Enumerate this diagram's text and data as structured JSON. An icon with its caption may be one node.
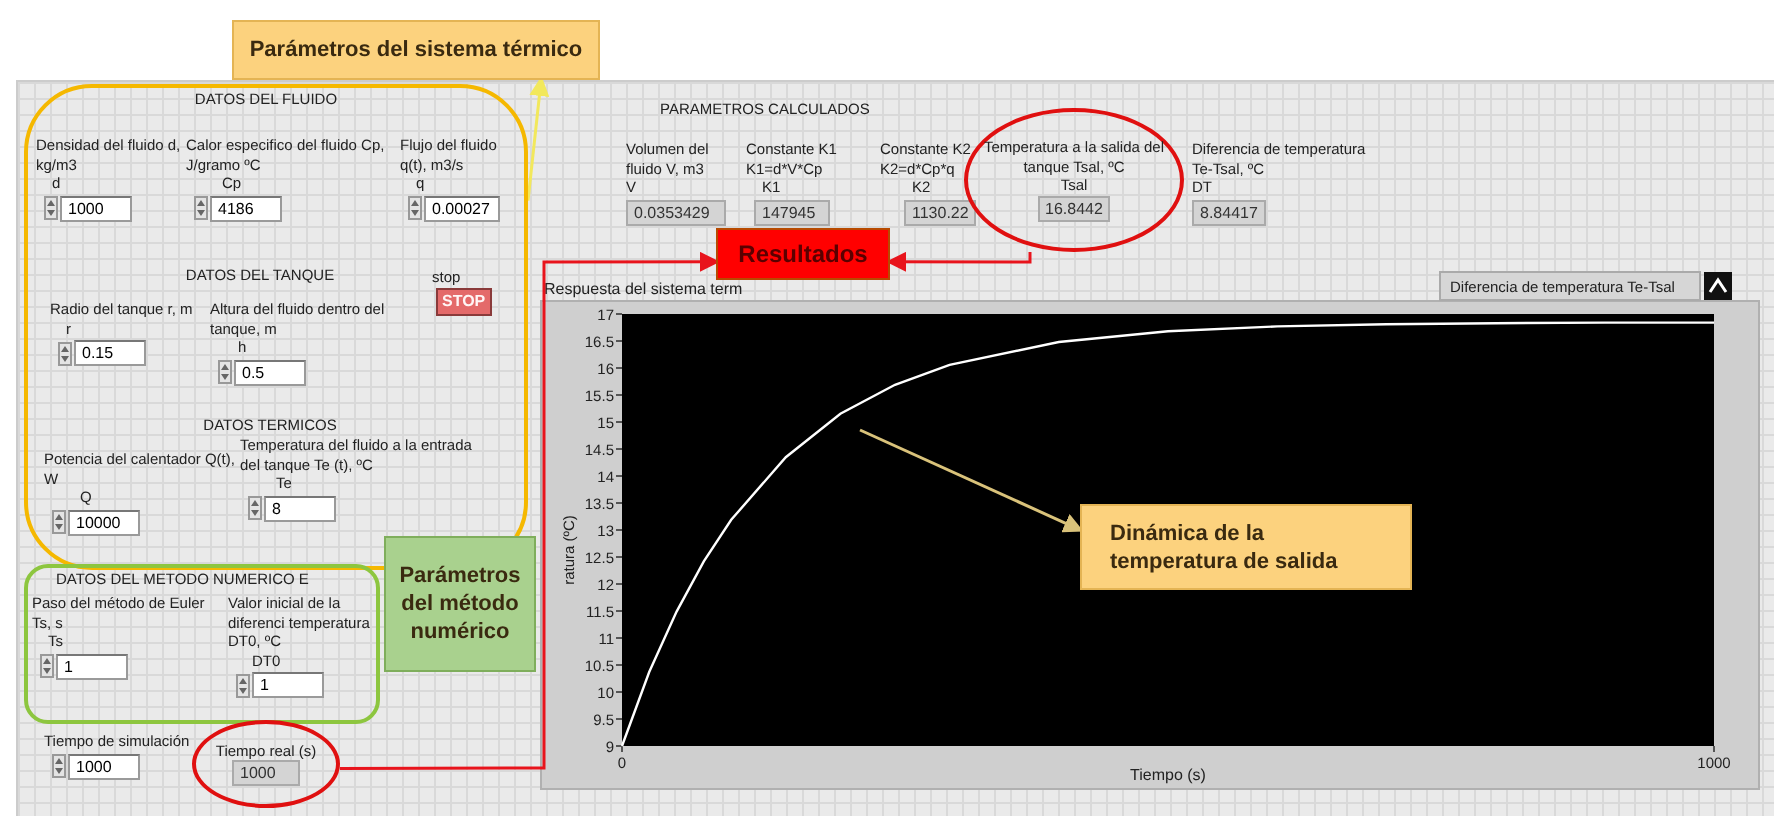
{
  "diagram": {
    "nodes": [
      {
        "text": [
          "Parámetros del sistema térmico"
        ]
      },
      {
        "text": [
          "DATOS DEL FLUIDO",
          "DATOS DEL TANQUE",
          "DATOS TERMICOS"
        ]
      },
      {
        "text": [
          "Densidad del fluido d, kg/m3",
          "d",
          "1000"
        ],
        "in": 1
      },
      {
        "text": [
          "Calor especifico del fluido Cp, J/gramo ºC",
          "Cp",
          "4186"
        ],
        "in": 1
      },
      {
        "text": [
          "Flujo del fluido q(t), m3/s",
          "q",
          "0.00027"
        ],
        "in": 1
      },
      {
        "text": [
          "stop",
          "STOP"
        ],
        "in": 1
      },
      {
        "text": [
          "Radio del tanque r, m",
          "r",
          "0.15"
        ],
        "in": 1
      },
      {
        "text": [
          "Altura del fluido dentro del tanque, m",
          "h",
          "0.5"
        ],
        "in": 1
      },
      {
        "text": [
          "Potencia del calentador Q(t), W",
          "Q",
          "10000"
        ],
        "in": 1
      },
      {
        "text": [
          "Temperatura del fluido a la entrada del tanque Te (t), ºC",
          "Te",
          "8"
        ],
        "in": 1
      },
      {
        "text": [
          "DATOS DEL METODO NUMERICO E"
        ]
      },
      {
        "text": [
          "Paso del método de Euler Ts, s",
          "Ts",
          "1"
        ],
        "in": 10
      },
      {
        "text": [
          "Valor inicial de la diferenci temperatura DT0, ºC",
          "DT0",
          "1"
        ],
        "in": 10
      },
      {
        "text": [
          "Parámetros del método numérico"
        ]
      },
      {
        "text": [
          "Tiempo de simulación",
          "1000"
        ]
      },
      {
        "text": [
          "Tiempo real (s)",
          "1000"
        ]
      },
      {
        "text": [
          "Volumen del fluido V, m3",
          "V",
          "0.0353429"
        ]
      },
      {
        "text": [
          "Constante K1 K1=d*V*Cp",
          "K1",
          "147945"
        ]
      },
      {
        "text": [
          "Constante K2 K2=d*Cp*q",
          "K2",
          "1130.22"
        ]
      },
      {
        "text": [
          "Temperatura a la salida del tanque Tsal, ºC",
          "Tsal",
          "16.8442"
        ]
      },
      {
        "text": [
          "Diferencia de temperatura Te-Tsal, ºC",
          "DT",
          "8.84417"
        ]
      },
      {
        "text": [
          "Resultados"
        ]
      },
      {
        "text": [
          "Dinámica de la temperatura de salida"
        ]
      }
    ],
    "edges": [
      {
        "from": 1,
        "to": 0,
        "arrow": "to",
        "color": "#f2e85c"
      },
      {
        "from": 15,
        "to": 21,
        "arrow": "to",
        "color": "#e8141c"
      },
      {
        "from": 19,
        "to": 21,
        "arrow": "to",
        "color": "#e8141c"
      },
      {
        "from": null,
        "to": 22,
        "arrow": "to",
        "color": "#d9c27a"
      }
    ],
    "labels": [
      "PARAMETROS CALCULADOS"
    ],
    "chart_data": {
      "type": "line",
      "title": "Respuesta del sistema term",
      "xlabel": "Tiempo (s)",
      "ylabel": "ratura (ºC)",
      "x": [
        0,
        25,
        50,
        75,
        100,
        150,
        200,
        250,
        300,
        400,
        500,
        600,
        700,
        800,
        900,
        1000
      ],
      "series": [
        {
          "name": "Diferencia de temperatura Te-Tsal",
          "color": "#ffffff",
          "values": [
            9,
            10.37,
            11.49,
            12.42,
            13.19,
            14.35,
            15.15,
            15.69,
            16.06,
            16.48,
            16.68,
            16.77,
            16.81,
            16.83,
            16.84,
            16.84
          ]
        }
      ],
      "xlim": [
        0,
        1000
      ],
      "ylim": [
        9,
        17
      ],
      "xticks": [
        0,
        1000
      ],
      "yticks": [
        9,
        9.5,
        10,
        10.5,
        11,
        11.5,
        12,
        12.5,
        13,
        13.5,
        14,
        14.5,
        15,
        15.5,
        16,
        16.5,
        17
      ]
    }
  }
}
